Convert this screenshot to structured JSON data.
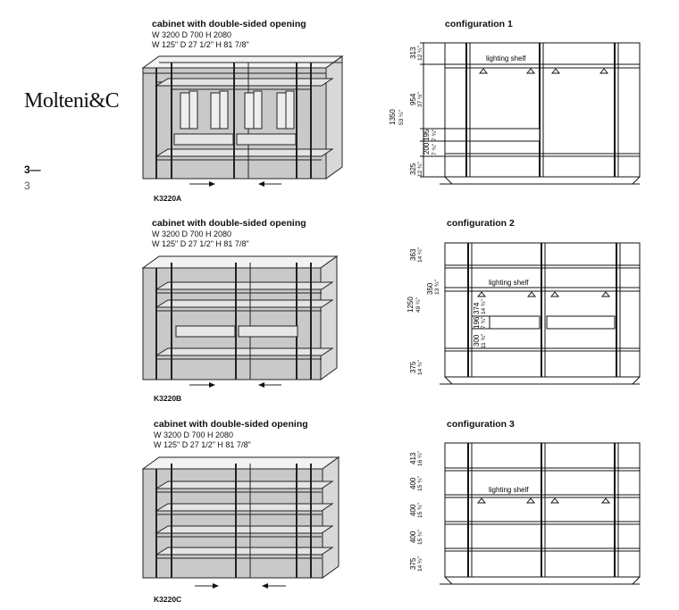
{
  "brand": "Molteni&C",
  "page": {
    "number": "3—",
    "sub": "3"
  },
  "cabinets": [
    {
      "title": "cabinet with double-sided opening",
      "metric": "W 3200 D 700 H 2080",
      "imperial": "W 125\" D 27 1/2\" H 81 7/8\"",
      "code": "K3220A"
    },
    {
      "title": "cabinet with double-sided opening",
      "metric": "W 3200 D 700 H 2080",
      "imperial": "W 125\" D 27 1/2\" H 81 7/8\"",
      "code": "K3220B"
    },
    {
      "title": "cabinet with double-sided opening",
      "metric": "W 3200 D 700 H 2080",
      "imperial": "W 125\" D 27 1/2\" H 81 7/8\"",
      "code": "K3220C"
    }
  ],
  "configurations": [
    {
      "title": "configuration 1",
      "lighting_label": "lighting shelf",
      "dims": {
        "d1": "313",
        "d1i": "12 ¼\"",
        "d2": "954",
        "d2i": "37 ½\"",
        "d3": "195",
        "d3i": "7 ¾\"",
        "d4": "200",
        "d4i": "7 ¾\"",
        "d5": "325",
        "d5i": "12 ¾\"",
        "total": "1350",
        "totali": "53 ¼\""
      }
    },
    {
      "title": "configuration 2",
      "lighting_label": "lighting shelf",
      "dims": {
        "d1": "363",
        "d1i": "14 ¼\"",
        "d2": "350",
        "d2i": "13 ¾\"",
        "d3": "374",
        "d3i": "14 ¾\"",
        "d4": "196",
        "d4i": "7 ¾\"",
        "d5": "300",
        "d5i": "11 ¾\"",
        "d6": "375",
        "d6i": "14 ¾\"",
        "total": "1250",
        "totali": "49 ¼\""
      }
    },
    {
      "title": "configuration 3",
      "lighting_label": "lighting shelf",
      "dims": {
        "d1": "413",
        "d1i": "16 ¼\"",
        "d2": "400",
        "d2i": "15 ¾\"",
        "d3": "400",
        "d3i": "15 ¾\"",
        "d4": "400",
        "d4i": "15 ¾\"",
        "d5": "375",
        "d5i": "14 ¾\""
      }
    }
  ]
}
